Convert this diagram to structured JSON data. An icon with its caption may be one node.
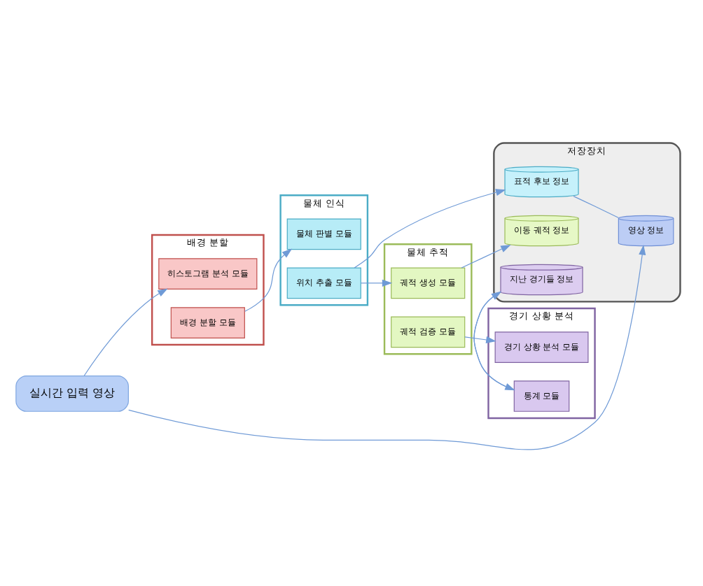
{
  "diagram": {
    "nodes": [
      {
        "text": [
          "배경 분할"
        ]
      },
      {
        "text": [
          "히스토그램 분석 모듈"
        ],
        "in": 0
      },
      {
        "text": [
          "배경 분할 모듈"
        ],
        "in": 0
      },
      {
        "text": [
          "실시간 입력 영상"
        ]
      },
      {
        "text": [
          "물체 인식"
        ]
      },
      {
        "text": [
          "물체 판별 모듈"
        ],
        "in": 4
      },
      {
        "text": [
          "위치 추출 모듈"
        ],
        "in": 4
      },
      {
        "text": [
          "저장장치"
        ]
      },
      {
        "text": [
          "표적 후보 정보"
        ],
        "in": 7
      },
      {
        "text": [
          "영상 정보"
        ],
        "in": 7
      },
      {
        "text": [
          "이동 궤적 정보"
        ],
        "in": 7
      },
      {
        "text": [
          "지난 경기들 정보"
        ],
        "in": 7
      },
      {
        "text": [
          "경기 상황 분석"
        ]
      },
      {
        "text": [
          "경기 상황 분석 모듈"
        ],
        "in": 12
      },
      {
        "text": [
          "통계 모듈"
        ],
        "in": 12
      },
      {
        "text": [
          "물체 추적"
        ]
      },
      {
        "text": [
          "궤적 생성 모듈"
        ],
        "in": 15
      },
      {
        "text": [
          "궤적 검증 모듈"
        ],
        "in": 15
      }
    ],
    "edges": [
      {
        "from": 3,
        "to": 1,
        "arrow": "to"
      },
      {
        "from": 3,
        "to": 9,
        "arrow": "to"
      },
      {
        "from": 2,
        "to": 5,
        "arrow": "to"
      },
      {
        "from": 6,
        "to": 8,
        "arrow": "to"
      },
      {
        "from": 6,
        "to": 16,
        "arrow": "to"
      },
      {
        "from": 8,
        "to": 9,
        "arrow": "none"
      },
      {
        "from": 16,
        "to": 10,
        "arrow": "to"
      },
      {
        "from": 11,
        "to": 14,
        "arrow": "to"
      },
      {
        "from": 14,
        "to": 11,
        "arrow": "to"
      },
      {
        "from": 17,
        "to": 13,
        "arrow": "to"
      }
    ]
  }
}
